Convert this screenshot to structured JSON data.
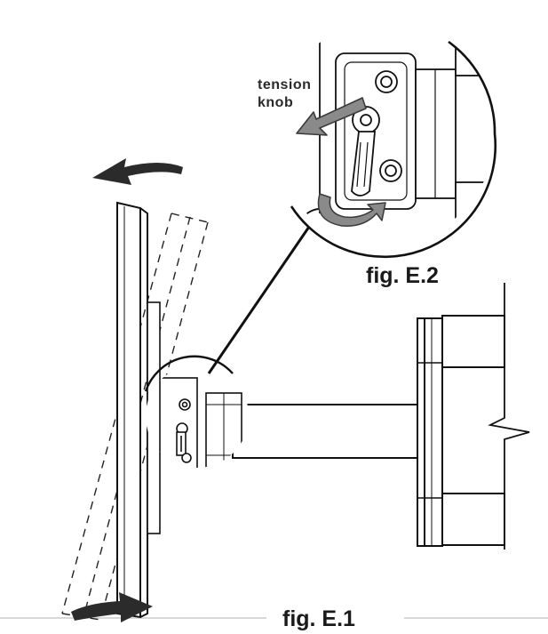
{
  "callout": {
    "line1": "tension",
    "line2": "knob"
  },
  "figures": {
    "detail_caption": "fig. E.2",
    "main_caption": "fig. E.1"
  },
  "icons": {
    "tilt_top": "curved-arrow-left-icon",
    "tilt_bottom": "curved-arrow-right-icon",
    "knob_direction": "straight-arrow-icon",
    "rotation": "circular-arrow-icon"
  },
  "colors": {
    "line": "#111111",
    "arrow_fill": "#8a8a8a",
    "arrow_stroke": "#3a3a3a",
    "dark_arrow": "#2b2b2b",
    "rule": "#d8d8d8"
  }
}
